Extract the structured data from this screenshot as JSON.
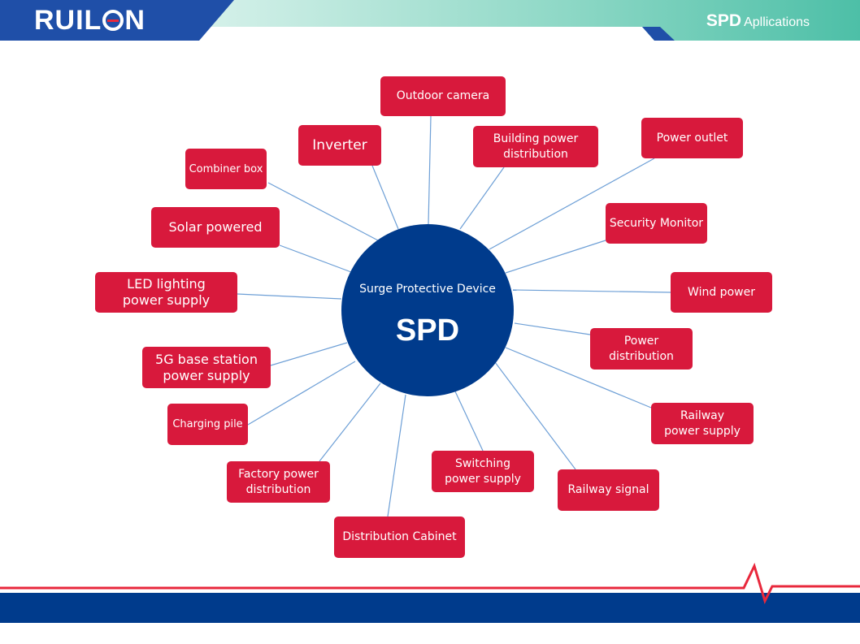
{
  "header": {
    "brand": "RUIL",
    "brand_tail": "N",
    "section_bold": "SPD",
    "section_rest": "Apllications"
  },
  "center": {
    "subtitle": "Surge Protective Device",
    "title": "SPD"
  },
  "nodes": [
    {
      "id": "outdoor-camera",
      "label": "Outdoor camera"
    },
    {
      "id": "inverter",
      "label": "Inverter"
    },
    {
      "id": "building-power-distribution",
      "label": "Building power\ndistribution"
    },
    {
      "id": "power-outlet",
      "label": "Power outlet"
    },
    {
      "id": "combiner-box",
      "label": "Combiner box"
    },
    {
      "id": "solar-powered",
      "label": "Solar powered"
    },
    {
      "id": "security-monitor",
      "label": "Security Monitor"
    },
    {
      "id": "led-lighting",
      "label": "LED lighting\npower supply"
    },
    {
      "id": "wind-power",
      "label": "Wind power"
    },
    {
      "id": "power-distribution",
      "label": "Power\ndistribution"
    },
    {
      "id": "5g-base-station",
      "label": "5G base station\npower supply"
    },
    {
      "id": "railway-power-supply",
      "label": "Railway\npower supply"
    },
    {
      "id": "charging-pile",
      "label": "Charging pile"
    },
    {
      "id": "switching-power-supply",
      "label": "Switching\npower supply"
    },
    {
      "id": "factory-power-distribution",
      "label": "Factory power\ndistribution"
    },
    {
      "id": "railway-signal",
      "label": "Railway signal"
    },
    {
      "id": "distribution-cabinet",
      "label": "Distribution Cabinet"
    }
  ],
  "colors": {
    "node": "#d8193c",
    "center": "#003b8c",
    "connector": "#6d9fd6",
    "header_blue": "#1f4fa8",
    "header_teal": "#6fcdb9",
    "footer_blue": "#003b8c",
    "footer_red": "#e8283c"
  }
}
